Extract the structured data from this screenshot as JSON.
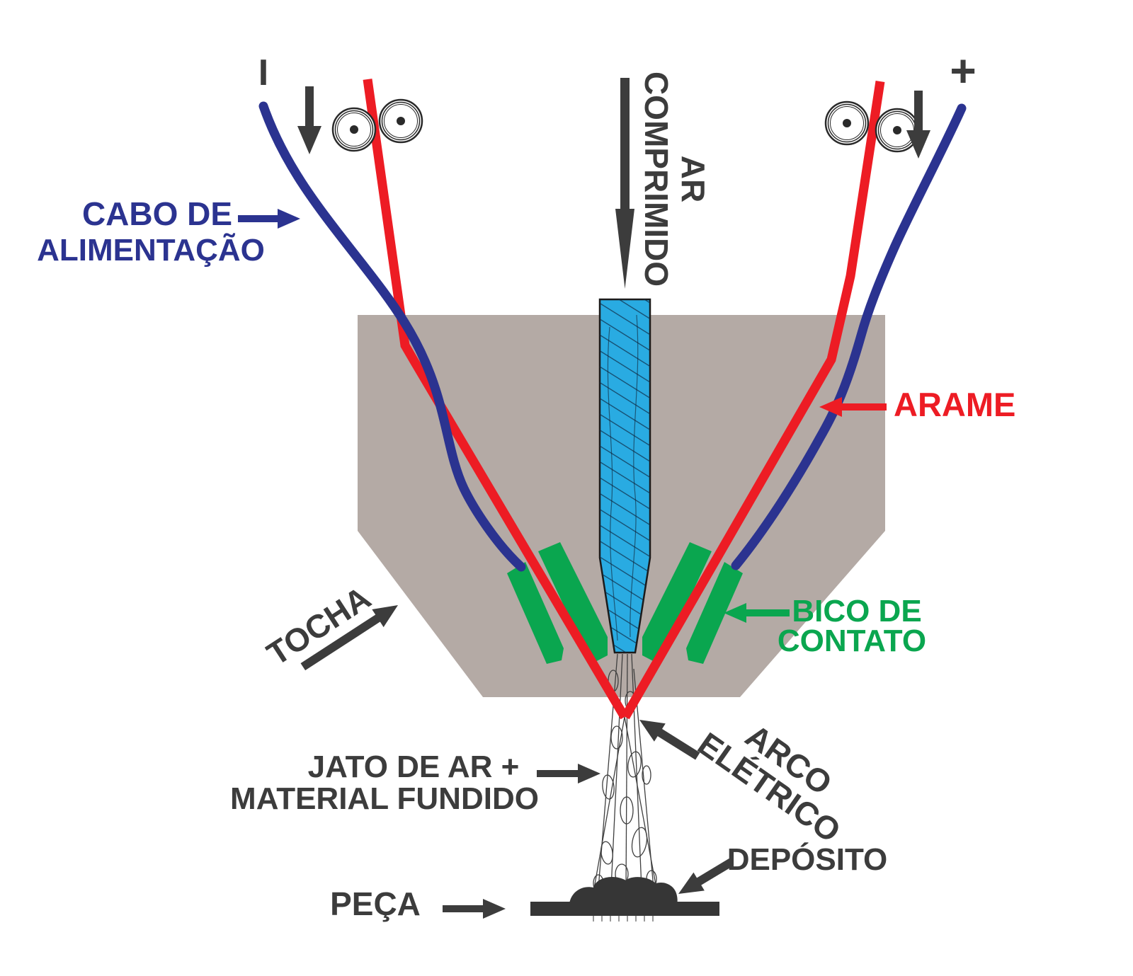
{
  "diagram": {
    "polarity": {
      "left": "I",
      "right": "+"
    },
    "labels": {
      "feed_cable": {
        "line1": "CABO DE",
        "line2": "ALIMENTAÇÃO",
        "color": "#2b3390"
      },
      "compressed_air": {
        "line1": "AR",
        "line2": "COMPRIMIDO",
        "color": "#3c3c3c"
      },
      "wire": {
        "text": "ARAME",
        "color": "#ed1c24"
      },
      "contact_tip": {
        "line1": "BICO DE",
        "line2": "CONTATO",
        "color": "#0aa64f"
      },
      "torch": {
        "text": "TOCHA",
        "color": "#3c3c3c"
      },
      "air_jet": {
        "line1": "JATO DE AR +",
        "line2": "MATERIAL FUNDIDO",
        "color": "#3c3c3c"
      },
      "electric_arc": {
        "line1": "ARCO",
        "line2": "ELÉTRICO",
        "color": "#3c3c3c"
      },
      "deposit": {
        "text": "DEPÓSITO",
        "color": "#3c3c3c"
      },
      "workpiece": {
        "text": "PEÇA",
        "color": "#3c3c3c"
      }
    },
    "colors": {
      "torch_body": "#b4aaa5",
      "nozzle": "#29abe2",
      "wire": "#ed1c24",
      "cable": "#2b3390",
      "contact_tip": "#0aa64f",
      "dark": "#3c3c3c",
      "plate": "#363636"
    }
  }
}
